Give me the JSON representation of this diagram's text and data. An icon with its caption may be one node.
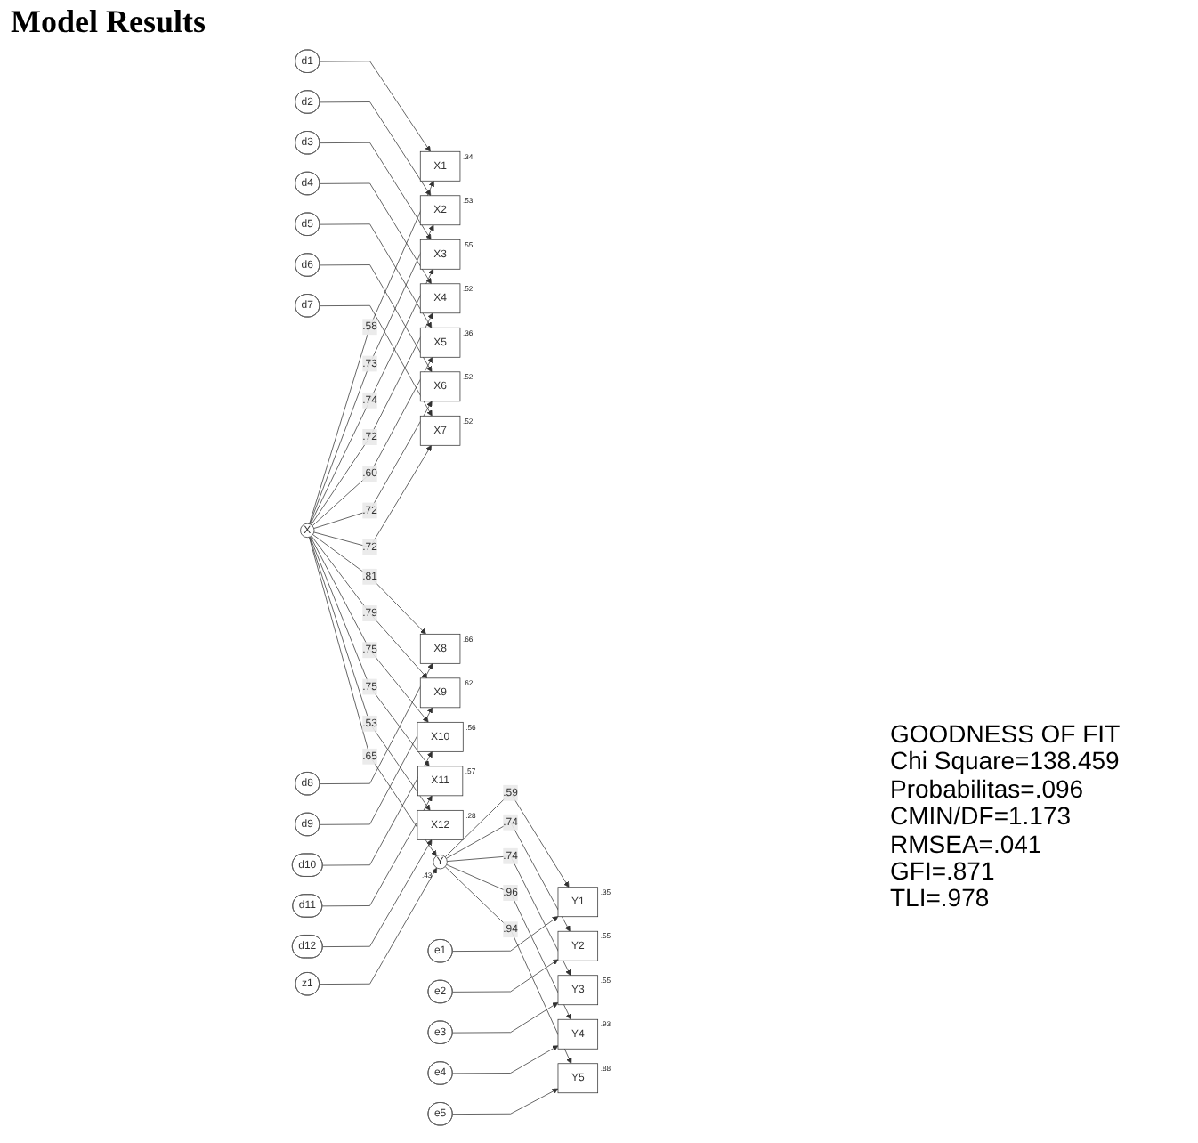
{
  "diagram": {
    "title": "Model Results",
    "nodes": [
      {
        "text": [
          "d1"
        ]
      },
      {
        "text": [
          "d2"
        ]
      },
      {
        "text": [
          "d3"
        ]
      },
      {
        "text": [
          "d4"
        ]
      },
      {
        "text": [
          "d5"
        ]
      },
      {
        "text": [
          "d6"
        ]
      },
      {
        "text": [
          "d7"
        ]
      },
      {
        "text": [
          "d8"
        ]
      },
      {
        "text": [
          "d9"
        ]
      },
      {
        "text": [
          "d10"
        ]
      },
      {
        "text": [
          "d11"
        ]
      },
      {
        "text": [
          "d12"
        ]
      },
      {
        "text": [
          "X1"
        ],
        "beside": [
          ".34"
        ]
      },
      {
        "text": [
          "X2"
        ],
        "beside": [
          ".53"
        ]
      },
      {
        "text": [
          "X3"
        ],
        "beside": [
          ".55"
        ]
      },
      {
        "text": [
          "X4"
        ],
        "beside": [
          ".52"
        ]
      },
      {
        "text": [
          "X5"
        ],
        "beside": [
          ".36"
        ]
      },
      {
        "text": [
          "X6"
        ],
        "beside": [
          ".52"
        ]
      },
      {
        "text": [
          "X7"
        ],
        "beside": [
          ".52"
        ]
      },
      {
        "text": [
          "X8"
        ],
        "beside": [
          ".66"
        ]
      },
      {
        "text": [
          "X9"
        ],
        "beside": [
          ".62"
        ]
      },
      {
        "text": [
          "X10"
        ],
        "beside": [
          ".56"
        ]
      },
      {
        "text": [
          "X11"
        ],
        "beside": [
          ".57"
        ]
      },
      {
        "text": [
          "X12"
        ],
        "beside": [
          ".28"
        ]
      },
      {
        "text": [
          "X"
        ]
      },
      {
        "text": [
          "Y"
        ],
        "beside": [
          ".43"
        ]
      },
      {
        "text": [
          "z1"
        ]
      },
      {
        "text": [
          "Y1"
        ],
        "beside": [
          ".35"
        ]
      },
      {
        "text": [
          "Y2"
        ],
        "beside": [
          ".55"
        ]
      },
      {
        "text": [
          "Y3"
        ],
        "beside": [
          ".55"
        ]
      },
      {
        "text": [
          "Y4"
        ],
        "beside": [
          ".93"
        ]
      },
      {
        "text": [
          "Y5"
        ],
        "beside": [
          ".88"
        ]
      },
      {
        "text": [
          "e1"
        ]
      },
      {
        "text": [
          "e2"
        ]
      },
      {
        "text": [
          "e3"
        ]
      },
      {
        "text": [
          "e4"
        ]
      },
      {
        "text": [
          "e5"
        ]
      }
    ],
    "edges": [
      {
        "from": 0,
        "to": 12,
        "arrow": "to"
      },
      {
        "from": 1,
        "to": 13,
        "arrow": "to"
      },
      {
        "from": 2,
        "to": 14,
        "arrow": "to"
      },
      {
        "from": 3,
        "to": 15,
        "arrow": "to"
      },
      {
        "from": 4,
        "to": 16,
        "arrow": "to"
      },
      {
        "from": 5,
        "to": 17,
        "arrow": "to"
      },
      {
        "from": 6,
        "to": 18,
        "arrow": "to"
      },
      {
        "from": 7,
        "to": 19,
        "arrow": "to"
      },
      {
        "from": 8,
        "to": 20,
        "arrow": "to"
      },
      {
        "from": 9,
        "to": 21,
        "arrow": "to"
      },
      {
        "from": 10,
        "to": 22,
        "arrow": "to"
      },
      {
        "from": 11,
        "to": 23,
        "arrow": "to"
      },
      {
        "from": 24,
        "to": 12,
        "arrow": "to",
        "label": ".58"
      },
      {
        "from": 24,
        "to": 13,
        "arrow": "to",
        "label": ".73"
      },
      {
        "from": 24,
        "to": 14,
        "arrow": "to",
        "label": ".74"
      },
      {
        "from": 24,
        "to": 15,
        "arrow": "to",
        "label": ".72"
      },
      {
        "from": 24,
        "to": 16,
        "arrow": "to",
        "label": ".60"
      },
      {
        "from": 24,
        "to": 17,
        "arrow": "to",
        "label": ".72"
      },
      {
        "from": 24,
        "to": 18,
        "arrow": "to",
        "label": ".72"
      },
      {
        "from": 24,
        "to": 19,
        "arrow": "to",
        "label": ".81"
      },
      {
        "from": 24,
        "to": 20,
        "arrow": "to",
        "label": ".79"
      },
      {
        "from": 24,
        "to": 21,
        "arrow": "to",
        "label": ".75"
      },
      {
        "from": 24,
        "to": 22,
        "arrow": "to",
        "label": ".75"
      },
      {
        "from": 24,
        "to": 23,
        "arrow": "to",
        "label": ".53"
      },
      {
        "from": 24,
        "to": 25,
        "arrow": "to",
        "label": ".65"
      },
      {
        "from": 26,
        "to": 25,
        "arrow": "to"
      },
      {
        "from": 25,
        "to": 27,
        "arrow": "to",
        "label": ".59"
      },
      {
        "from": 25,
        "to": 28,
        "arrow": "to",
        "label": ".74"
      },
      {
        "from": 25,
        "to": 29,
        "arrow": "to",
        "label": ".74"
      },
      {
        "from": 25,
        "to": 30,
        "arrow": "to",
        "label": ".96"
      },
      {
        "from": 25,
        "to": 31,
        "arrow": "to",
        "label": ".94"
      },
      {
        "from": 32,
        "to": 27,
        "arrow": "to"
      },
      {
        "from": 33,
        "to": 28,
        "arrow": "to"
      },
      {
        "from": 34,
        "to": 29,
        "arrow": "to"
      },
      {
        "from": 35,
        "to": 30,
        "arrow": "to"
      },
      {
        "from": 36,
        "to": 31,
        "arrow": "to"
      }
    ],
    "labels": [
      "GOODNESS OF FIT",
      "Chi Square=138.459",
      "Probabilitas=.096",
      "CMIN/DF=1.173",
      "RMSEA=.041",
      "GFI=.871",
      "TLI=.978"
    ]
  }
}
